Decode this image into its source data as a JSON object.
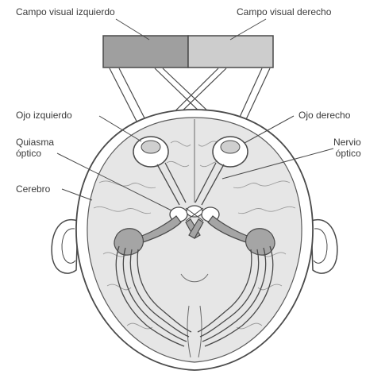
{
  "diagram": {
    "labels": {
      "left_field": "Campo visual izquierdo",
      "right_field": "Campo visual derecho",
      "left_eye": "Ojo izquierdo",
      "right_eye": "Ojo derecho",
      "chiasm_line1": "Quiasma",
      "chiasm_line2": "óptico",
      "nerve_line1": "Nervio",
      "nerve_line2": "óptico",
      "brain": "Cerebro"
    },
    "colors": {
      "left_field_fill": "#9f9f9f",
      "right_field_fill": "#cdcdcd",
      "outline": "#4a4a4a",
      "brain_fill": "#e6e6e6",
      "pathway_fill": "#a5a5a5"
    }
  }
}
